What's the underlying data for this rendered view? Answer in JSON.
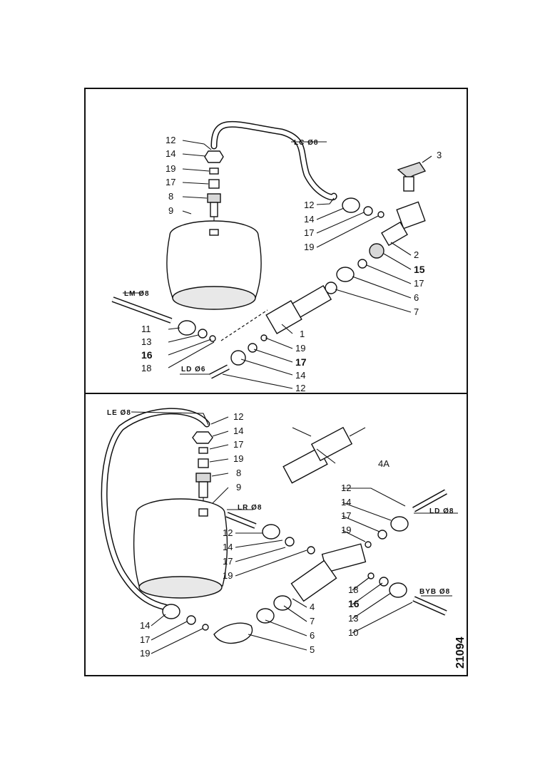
{
  "figure_ref": "21094",
  "top_panel": {
    "pipe_labels": [
      "LC Ø8",
      "LM Ø8",
      "LD Ø6"
    ],
    "labels": [
      "12",
      "14",
      "19",
      "17",
      "8",
      "9",
      "3",
      "12",
      "14",
      "17",
      "19",
      "2",
      "15",
      "17",
      "6",
      "7",
      "11",
      "13",
      "16",
      "18",
      "1",
      "19",
      "17",
      "14",
      "12"
    ]
  },
  "bottom_panel": {
    "pipe_labels": [
      "LE Ø8",
      "LR Ø8",
      "LD Ø8",
      "BYB Ø8"
    ],
    "labels": [
      "12",
      "14",
      "17",
      "19",
      "8",
      "9",
      "4A",
      "12",
      "14",
      "17",
      "19",
      "12",
      "14",
      "17",
      "19",
      "18",
      "16",
      "13",
      "10",
      "4",
      "7",
      "6",
      "5",
      "14",
      "17",
      "19"
    ]
  }
}
